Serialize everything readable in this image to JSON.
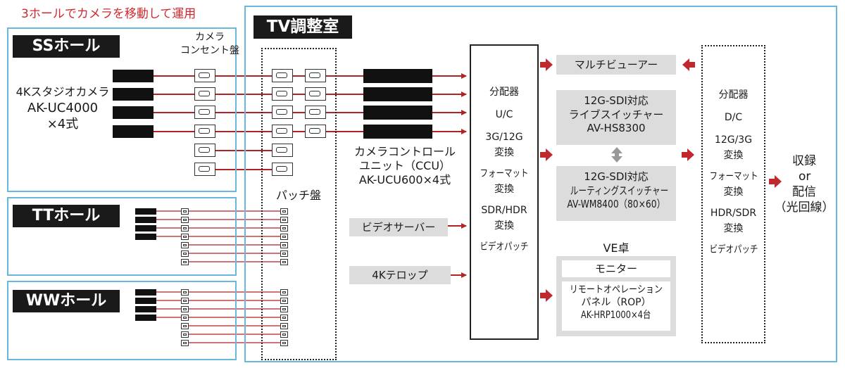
{
  "top_note": "3ホールでカメラを移動して運用",
  "tv_room": "TV調整室",
  "halls": {
    "ss": "SSホール",
    "tt": "TTホール",
    "ww": "WWホール"
  },
  "camera": {
    "line1": "4Kスタジオカメラ",
    "line2": "AK-UC4000",
    "line3": "×4式"
  },
  "camera_panel": {
    "line1": "カメラ",
    "line2": "コンセント盤"
  },
  "patch_panel": "パッチ盤",
  "ccu": {
    "line1": "カメラコントロール",
    "line2": "ユニット（CCU）",
    "line3": "AK-UCU600×4式"
  },
  "video_server": "ビデオサーバー",
  "telop": "4Kテロップ",
  "processor_left": [
    "分配器",
    "U/C",
    "3G/12G",
    "変換",
    "フォーマット",
    "変換",
    "SDR/HDR",
    "変換",
    "ビデオパッチ"
  ],
  "multiviewer": "マルチビューアー",
  "live_switcher": {
    "line1": "12G-SDI対応",
    "line2": "ライブスイッチャー",
    "line3": "AV-HS8300"
  },
  "routing_switcher": {
    "line1": "12G-SDI対応",
    "line2": "ルーティングスイッチャー",
    "line3": "AV-WM8400（80×60）"
  },
  "ve_desk": {
    "label": "VE卓",
    "monitor": "モニター",
    "rop_line1": "リモートオペレーション",
    "rop_line2": "パネル（ROP）",
    "rop_line3": "AK-HRP1000×4台"
  },
  "processor_right": [
    "分配器",
    "D/C",
    "12G/3G",
    "変換",
    "フォーマット",
    "変換",
    "HDR/SDR",
    "変換",
    "ビデオパッチ"
  ],
  "output": {
    "line1": "収録",
    "line2": "or",
    "line3": "配信",
    "line4": "（光回線）"
  },
  "colors": {
    "frame": "#6ab7dc",
    "signal_line": "#b22222",
    "box_gray": "#dcdcdc",
    "note_red": "#d0282e"
  }
}
